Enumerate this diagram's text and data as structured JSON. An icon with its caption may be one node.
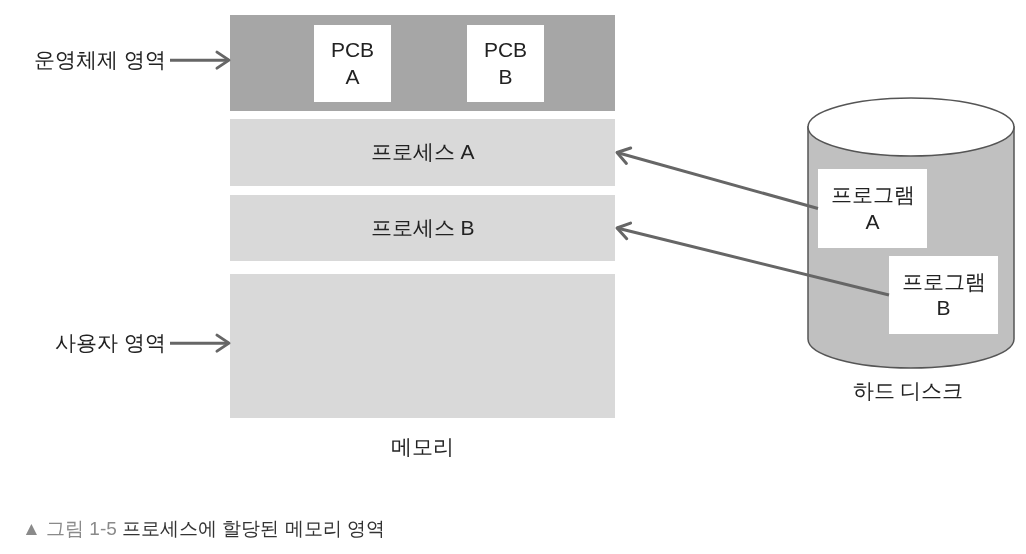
{
  "diagram": {
    "caption": "▲ 그림 1-5 프로세스에 할당된 메모리 영역",
    "nodes": [
      {
        "text": [
          "운영체제 영역"
        ]
      },
      {
        "text": [],
        "shape": "box"
      },
      {
        "text": [
          "PCB A"
        ],
        "in": 1
      },
      {
        "text": [
          "PCB B"
        ],
        "in": 1
      },
      {
        "text": [
          "프로세스 A"
        ]
      },
      {
        "text": [
          "프로세스 B"
        ]
      },
      {
        "text": [
          "사용자 영역"
        ]
      },
      {
        "text": [],
        "shape": "box"
      },
      {
        "text": [],
        "shape": "cylinder",
        "beside": [
          "하드 디스크"
        ]
      },
      {
        "text": [
          "프로그램 A"
        ],
        "in": 8
      },
      {
        "text": [
          "프로그램 B"
        ],
        "in": 8
      }
    ],
    "edges": [
      {
        "from": 0,
        "to": 1,
        "arrow": "to"
      },
      {
        "from": 9,
        "to": 4,
        "arrow": "to"
      },
      {
        "from": 10,
        "to": 5,
        "arrow": "to"
      },
      {
        "from": 6,
        "to": 7,
        "arrow": "to"
      }
    ],
    "labels": [
      "메모리"
    ]
  }
}
